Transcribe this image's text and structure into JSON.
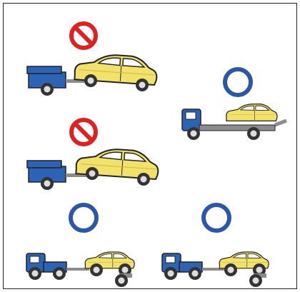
{
  "colors": {
    "prohibited": "#e02121",
    "allowed": "#2a57a8",
    "car_body": "#f2e26a",
    "car_outline": "#222222",
    "truck_blue": "#2d63b4",
    "tire": "#333333",
    "rim": "#dddddd",
    "bed_gray": "#8c8c8c"
  },
  "panels": [
    {
      "verdict": "prohibited",
      "icon": "prohibited-icon",
      "method": "towing-all-wheels-down"
    },
    {
      "verdict": "prohibited",
      "icon": "prohibited-icon",
      "method": "towing-front-wheels-lifted"
    },
    {
      "verdict": "allowed",
      "icon": "allowed-circle-icon",
      "method": "flatbed-truck"
    },
    {
      "verdict": "allowed",
      "icon": "allowed-circle-icon",
      "method": "wheel-lift-with-dollies"
    },
    {
      "verdict": "allowed",
      "icon": "allowed-circle-icon",
      "method": "wheel-lift-with-dollies-alt"
    }
  ]
}
